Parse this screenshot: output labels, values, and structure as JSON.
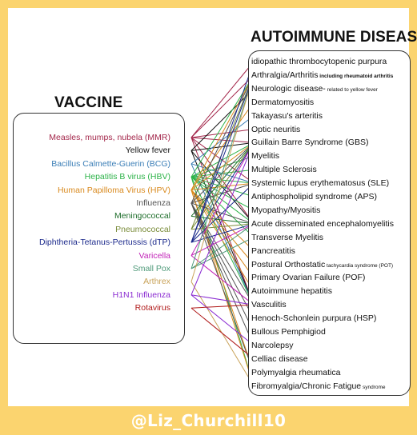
{
  "headings": {
    "vaccine": "VACCINE",
    "disease": "AUTOIMMUNE DISEASE"
  },
  "vaccines": [
    {
      "label": "Measles, mumps, nubela (MMR)",
      "color": "#a3264a"
    },
    {
      "label": "Yellow fever",
      "color": "#111111"
    },
    {
      "label": "Bacillus Calmette-Guerin (BCG)",
      "color": "#3c7fb7"
    },
    {
      "label": "Hepatitis B virus (HBV)",
      "color": "#2eb34a"
    },
    {
      "label": "Human Papilloma Virus (HPV)",
      "color": "#d98a1f"
    },
    {
      "label": "Influenza",
      "color": "#555555"
    },
    {
      "label": "Meningococcal",
      "color": "#1f6e2c"
    },
    {
      "label": "Pneumococcal",
      "color": "#7a8c3a"
    },
    {
      "label": "Diphtheria-Tetanus-Pertussis (dTP)",
      "color": "#1c2a8c"
    },
    {
      "label": "Varicella",
      "color": "#c224b8"
    },
    {
      "label": "Small Pox",
      "color": "#4f9a7a"
    },
    {
      "label": "Arthrex",
      "color": "#c9a35a"
    },
    {
      "label": "H1N1 Influenza",
      "color": "#8a2ad1"
    },
    {
      "label": "Rotavirus",
      "color": "#b01a1a"
    }
  ],
  "diseases": [
    {
      "label": "idiopathic thrombocytopenic purpura",
      "note": "",
      "note_bold": false
    },
    {
      "label": "Arthralgia/Arthritis",
      "note": "including rheumatoid arthritis",
      "note_bold": true
    },
    {
      "label": "Neurologic disease-",
      "note": "related to yellow fever",
      "note_bold": false
    },
    {
      "label": "Dermatomyositis",
      "note": "",
      "note_bold": false
    },
    {
      "label": "Takayasu's arteritis",
      "note": "",
      "note_bold": false
    },
    {
      "label": "Optic neuritis",
      "note": "",
      "note_bold": false
    },
    {
      "label": "Guillain Barre Syndrome (GBS)",
      "note": "",
      "note_bold": false
    },
    {
      "label": "Myelitis",
      "note": "",
      "note_bold": false
    },
    {
      "label": "Multiple Sclerosis",
      "note": "",
      "note_bold": false
    },
    {
      "label": "Systemic lupus erythematosus (SLE)",
      "note": "",
      "note_bold": false
    },
    {
      "label": "Antiphospholipid syndrome (APS)",
      "note": "",
      "note_bold": false
    },
    {
      "label": "Myopathy/Myositis",
      "note": "",
      "note_bold": false
    },
    {
      "label": "Acute disseminated encephalomyelitis",
      "note": "",
      "note_bold": false
    },
    {
      "label": "Transverse Myelitis",
      "note": "",
      "note_bold": false
    },
    {
      "label": "Pancreatitis",
      "note": "",
      "note_bold": false
    },
    {
      "label": "Postural Orthostatic",
      "note": "tachycardia syndrome (POT)",
      "note_bold": false
    },
    {
      "label": "Primary Ovarian Failure (POF)",
      "note": "",
      "note_bold": false
    },
    {
      "label": "Autoimmune hepatitis",
      "note": "",
      "note_bold": false
    },
    {
      "label": "Vasculitis",
      "note": "",
      "note_bold": false
    },
    {
      "label": "Henoch-Schonlein purpura (HSP)",
      "note": "",
      "note_bold": false
    },
    {
      "label": "Bullous Pemphigiod",
      "note": "",
      "note_bold": false
    },
    {
      "label": "Narcolepsy",
      "note": "",
      "note_bold": false
    },
    {
      "label": "Celliac disease",
      "note": "",
      "note_bold": false
    },
    {
      "label": "Polymyalgia rheumatica",
      "note": "",
      "note_bold": false
    },
    {
      "label": "Fibromyalgia/Chronic Fatigue",
      "note": "syndrome",
      "note_bold": false
    }
  ],
  "links": [
    [
      0,
      0
    ],
    [
      0,
      1
    ],
    [
      0,
      5
    ],
    [
      0,
      6
    ],
    [
      0,
      9
    ],
    [
      0,
      12
    ],
    [
      0,
      18
    ],
    [
      1,
      2
    ],
    [
      1,
      6
    ],
    [
      1,
      12
    ],
    [
      1,
      18
    ],
    [
      2,
      4
    ],
    [
      2,
      9
    ],
    [
      2,
      18
    ],
    [
      3,
      1
    ],
    [
      3,
      6
    ],
    [
      3,
      7
    ],
    [
      3,
      8
    ],
    [
      3,
      9
    ],
    [
      3,
      10
    ],
    [
      3,
      11
    ],
    [
      3,
      12
    ],
    [
      3,
      13
    ],
    [
      3,
      18
    ],
    [
      3,
      24
    ],
    [
      4,
      1
    ],
    [
      4,
      3
    ],
    [
      4,
      6
    ],
    [
      4,
      9
    ],
    [
      4,
      14
    ],
    [
      4,
      15
    ],
    [
      4,
      16
    ],
    [
      4,
      17
    ],
    [
      4,
      23
    ],
    [
      4,
      24
    ],
    [
      5,
      1
    ],
    [
      5,
      6
    ],
    [
      5,
      9
    ],
    [
      5,
      12
    ],
    [
      5,
      18
    ],
    [
      5,
      19
    ],
    [
      5,
      20
    ],
    [
      5,
      21
    ],
    [
      5,
      23
    ],
    [
      6,
      6
    ],
    [
      6,
      12
    ],
    [
      7,
      1
    ],
    [
      7,
      6
    ],
    [
      7,
      12
    ],
    [
      8,
      0
    ],
    [
      8,
      1
    ],
    [
      8,
      6
    ],
    [
      8,
      9
    ],
    [
      8,
      12
    ],
    [
      9,
      6
    ],
    [
      9,
      12
    ],
    [
      9,
      18
    ],
    [
      10,
      1
    ],
    [
      10,
      12
    ],
    [
      10,
      13
    ],
    [
      11,
      1
    ],
    [
      11,
      24
    ],
    [
      12,
      6
    ],
    [
      12,
      18
    ],
    [
      12,
      21
    ],
    [
      13,
      18
    ],
    [
      13,
      22
    ]
  ],
  "watermark": "@Liz_Churchill10"
}
